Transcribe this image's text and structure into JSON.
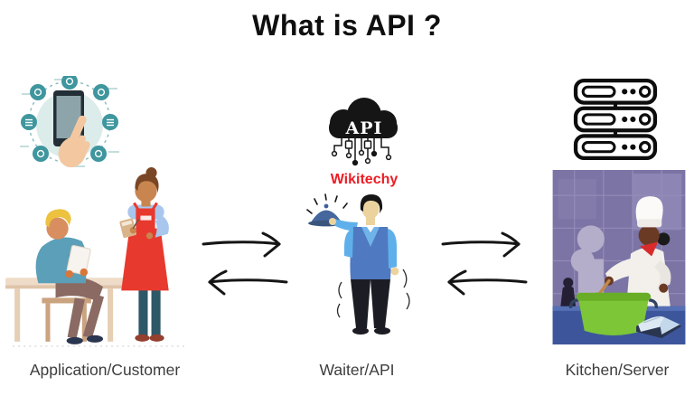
{
  "title": "What is API ?",
  "cloud": {
    "label": "API"
  },
  "watermark": {
    "text": "Wikitechy",
    "color": "#ed1c24"
  },
  "nodes": [
    {
      "id": "application-customer",
      "label": "Application/Customer",
      "illustrations": [
        "app-ecosystem-phone-icon",
        "customer-ordering-scene"
      ]
    },
    {
      "id": "waiter-api",
      "label": "Waiter/API",
      "illustrations": [
        "api-cloud-circuit-icon",
        "waiter-with-cloche"
      ]
    },
    {
      "id": "kitchen-server",
      "label": "Kitchen/Server",
      "illustrations": [
        "server-rack-icon",
        "chef-cooking-scene"
      ]
    }
  ],
  "arrows": [
    {
      "from": "application-customer",
      "to": "waiter-api",
      "direction": "right"
    },
    {
      "from": "waiter-api",
      "to": "application-customer",
      "direction": "left"
    },
    {
      "from": "waiter-api",
      "to": "kitchen-server",
      "direction": "right"
    },
    {
      "from": "kitchen-server",
      "to": "waiter-api",
      "direction": "left"
    }
  ],
  "colors": {
    "background": "#ffffff",
    "title_text": "#0f0f0f",
    "label_text": "#3d3d3d",
    "cloud_black": "#151515",
    "watermark_red": "#ed1c24",
    "teal_icon": "#3f969e",
    "apron_red": "#e8392e",
    "vest_blue": "#4f79c0",
    "shirt_blue": "#5fb0ea",
    "pot_green": "#7cc637",
    "kitchen_wall": "#7b74a4",
    "counter_blue": "#3d569b"
  }
}
